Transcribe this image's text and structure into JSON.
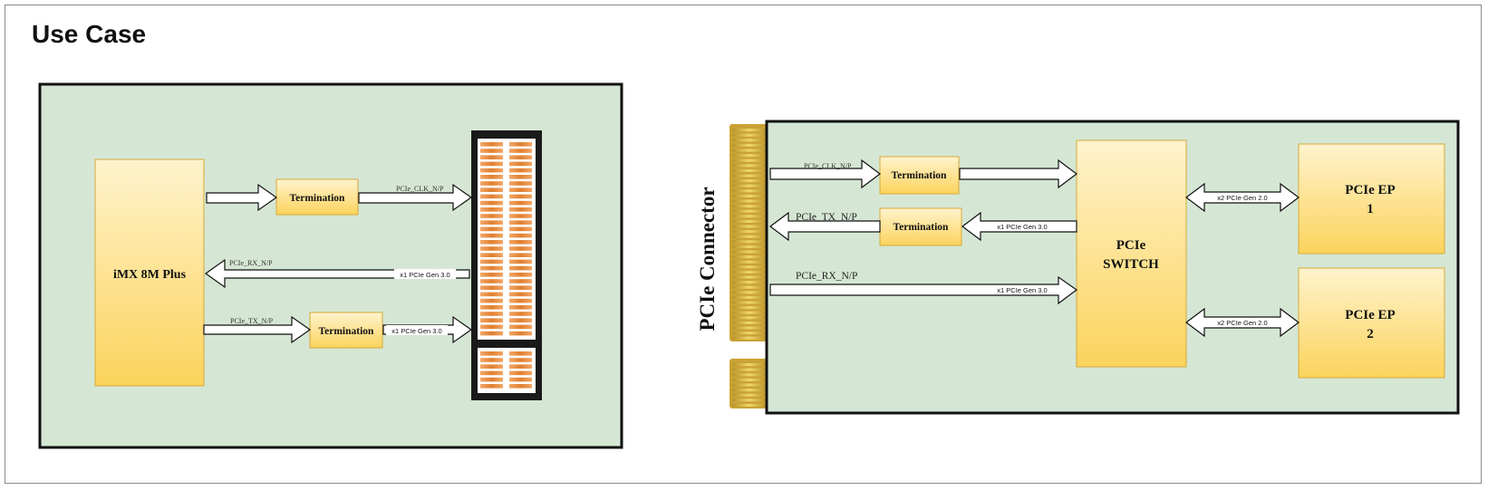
{
  "page": {
    "title": "Use Case"
  },
  "left": {
    "soc_label": "iMX 8M Plus",
    "term1": "Termination",
    "term2": "Termination",
    "clk_signal": "PCIe_CLK_N/P",
    "rx_signal": "PCIe_RX_N/P",
    "rx_speed": "x1 PCIe Gen 3.0",
    "tx_signal": "PCIe_TX_N/P",
    "tx_speed": "x1 PCIe Gen 3.0"
  },
  "right": {
    "connector_label": "PCIe Connector",
    "clk_signal": "PCIe_CLK_N/P",
    "tx_signal": "PCIe_TX_N/P",
    "rx_signal": "PCIe_RX_N/P",
    "term1": "Termination",
    "term2": "Termination",
    "tx_speed": "x1 PCIe Gen 3.0",
    "rx_speed": "x1 PCIe Gen 3.0",
    "switch_line1": "PCIe",
    "switch_line2": "SWITCH",
    "ep1_line1": "PCIe EP",
    "ep1_line2": "1",
    "ep2_line1": "PCIe EP",
    "ep2_line2": "2",
    "ep1_speed": "x2 PCIe Gen 2.0",
    "ep2_speed": "x2 PCIe Gen 2.0"
  },
  "colors": {
    "board_fill": "#d5e7d4",
    "box_top": "#fff3cc",
    "box_bottom": "#fbd460",
    "box_border": "#d6a93a",
    "finger_orange": "#e8883a",
    "gold": "#d4b035"
  }
}
